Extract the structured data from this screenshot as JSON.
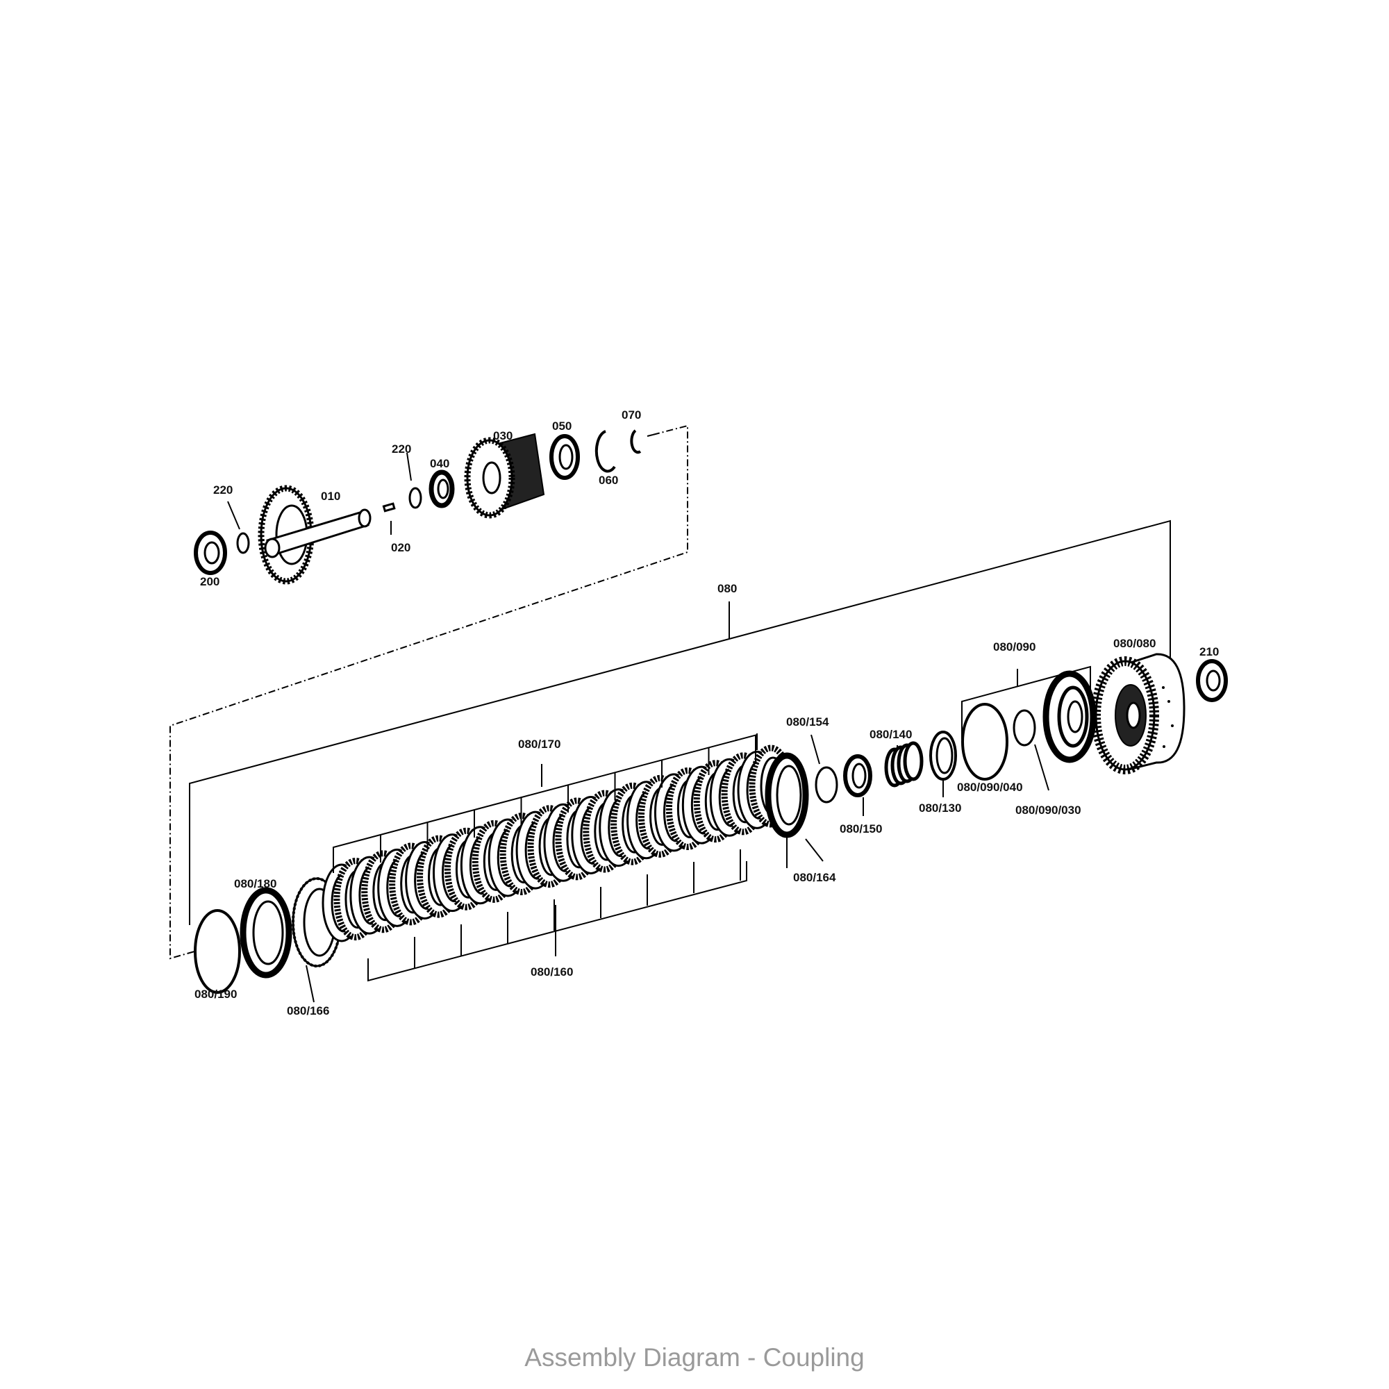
{
  "caption": "Assembly Diagram - Coupling",
  "labels": {
    "l220a": "220",
    "l010": "010",
    "l200": "200",
    "l020": "020",
    "l220b": "220",
    "l040": "040",
    "l030": "030",
    "l050": "050",
    "l060": "060",
    "l070": "070",
    "l080": "080",
    "l210": "210",
    "l080_080": "080/080",
    "l080_090": "080/090",
    "l080_090_040": "080/090/040",
    "l080_090_030": "080/090/030",
    "l080_130": "080/130",
    "l080_140": "080/140",
    "l080_150": "080/150",
    "l080_154": "080/154",
    "l080_164": "080/164",
    "l080_170": "080/170",
    "l080_160": "080/160",
    "l080_180": "080/180",
    "l080_166": "080/166",
    "l080_190": "080/190"
  }
}
